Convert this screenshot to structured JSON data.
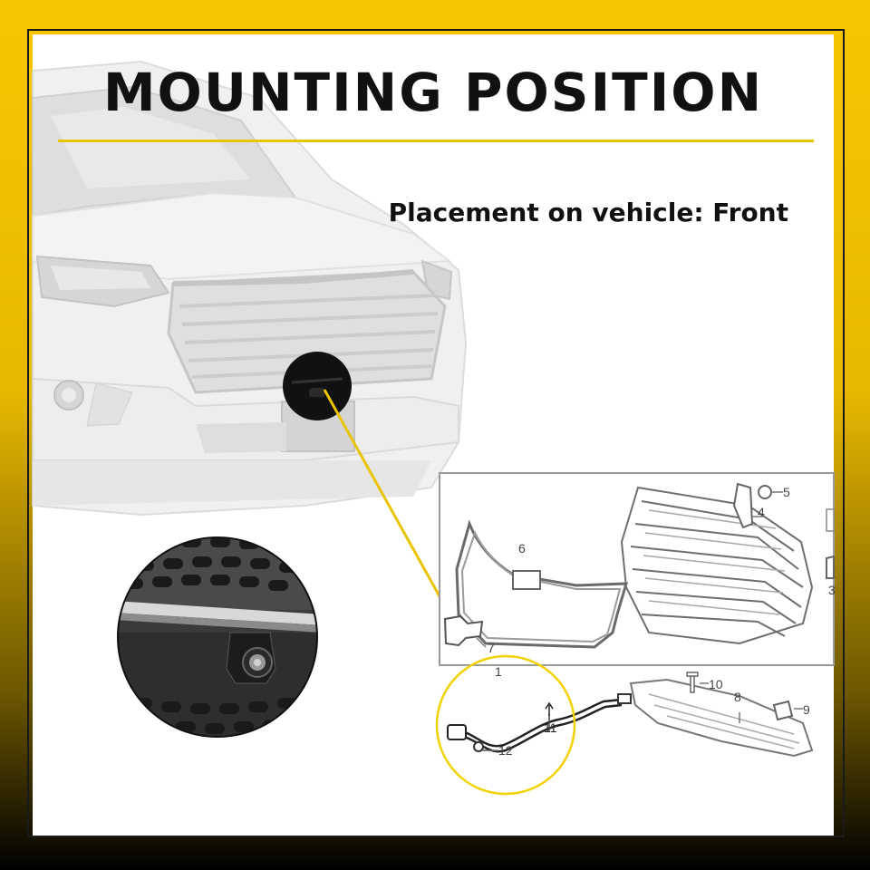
{
  "title": "MOUNTING POSITION",
  "subtitle": "Placement on vehicle: Front",
  "diagram": {
    "callouts": [
      "1",
      "3",
      "4",
      "5",
      "6",
      "7",
      "8",
      "9",
      "10",
      "11",
      "12"
    ]
  },
  "colors": {
    "accent": "#e9c400",
    "frame": "#1a1a1a",
    "callout_circle": "#f2d200"
  }
}
